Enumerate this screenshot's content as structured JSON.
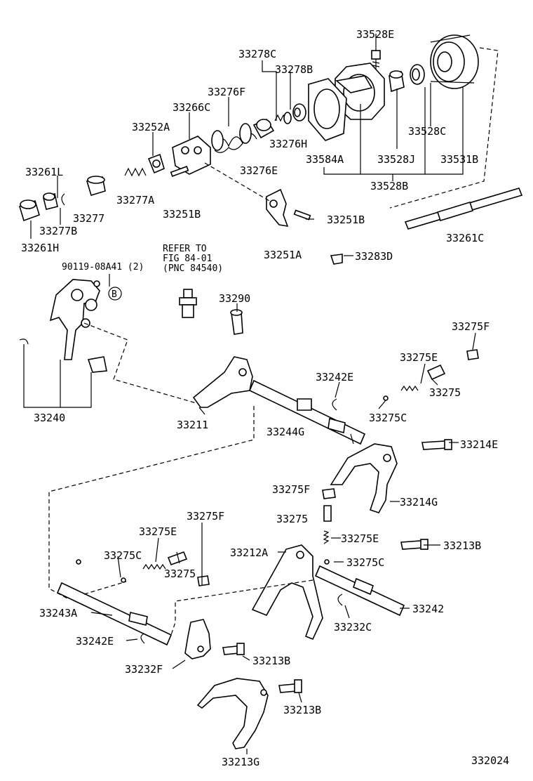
{
  "labels": {
    "p33528E": "33528E",
    "p33278C": "33278C",
    "p33278B": "33278B",
    "p33276F": "33276F",
    "p33266C": "33266C",
    "p33252A": "33252A",
    "p33276H": "33276H",
    "p33528C": "33528C",
    "p33584A": "33584A",
    "p33528J": "33528J",
    "p33531B": "33531B",
    "p33276E": "33276E",
    "p33261L": "33261L",
    "p33277A": "33277A",
    "p33528B": "33528B",
    "p33277": "33277",
    "p33251B_a": "33251B",
    "p33277B": "33277B",
    "p33251B_b": "33251B",
    "p33261C": "33261C",
    "p33261H": "33261H",
    "p33251A": "33251A",
    "p33283D": "33283D",
    "p90119": "90119-08A41 (2)",
    "circleB": "B",
    "p33290": "33290",
    "p33275F_a": "33275F",
    "p33275E_a": "33275E",
    "p33242E_a": "33242E",
    "p33275_a": "33275",
    "p33275C_a": "33275C",
    "p33240": "33240",
    "p33211": "33211",
    "p33244G": "33244G",
    "p33214E": "33214E",
    "p33275F_b": "33275F",
    "p33214G": "33214G",
    "p33275_b": "33275",
    "p33275E_b": "33275E",
    "p33275F_c": "33275F",
    "p33275E_c": "33275E",
    "p33213B_a": "33213B",
    "p33212A": "33212A",
    "p33275C_b": "33275C",
    "p33275C_c": "33275C",
    "p33275_c": "33275",
    "p33242": "33242",
    "p33243A": "33243A",
    "p33232C": "33232C",
    "p33242E_b": "33242E",
    "p33213B_b": "33213B",
    "p33232F": "33232F",
    "p33213B_c": "33213B",
    "p33213G": "33213G",
    "figno": "332024"
  },
  "refer": {
    "line1": "REFER TO",
    "line2": "FIG 84-01",
    "line3": "(PNC 84540)"
  }
}
